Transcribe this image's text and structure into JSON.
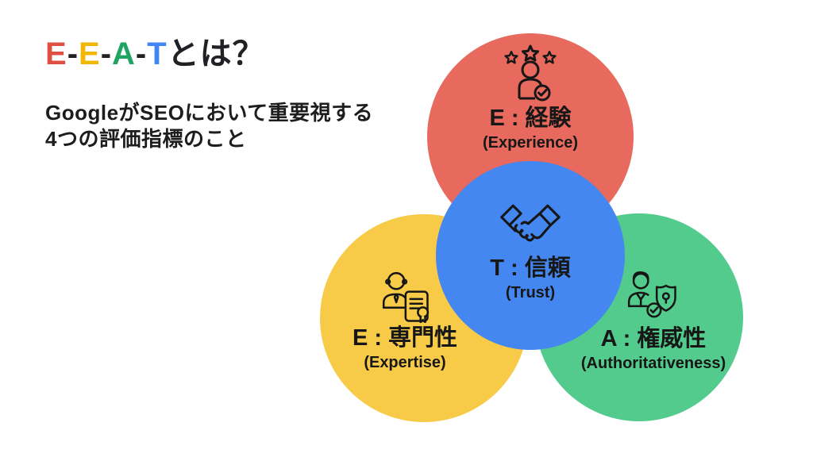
{
  "page": {
    "background": "#ffffff"
  },
  "title": {
    "letters": [
      {
        "text": "E",
        "color": "#DF4F43"
      },
      {
        "text": "-",
        "color": "#202124"
      },
      {
        "text": "E",
        "color": "#F2B705"
      },
      {
        "text": "-",
        "color": "#202124"
      },
      {
        "text": "A",
        "color": "#1FA463"
      },
      {
        "text": "-",
        "color": "#202124"
      },
      {
        "text": "T",
        "color": "#4285F4"
      }
    ],
    "suffix": "とは？"
  },
  "subtitle": {
    "line1": "GoogleがSEOにおいて重要視する",
    "line2": "4つの評価指標のこと"
  },
  "circles": [
    {
      "name": "experience",
      "label_ja": "E : 経験",
      "label_en": "(Experience)",
      "color": "#E8695D",
      "icon": "person-stars-check-icon"
    },
    {
      "name": "trust",
      "label_ja": "T : 信頼",
      "label_en": "(Trust)",
      "color": "#4587F1",
      "icon": "handshake-icon"
    },
    {
      "name": "expertise",
      "label_ja": "E : 専門性",
      "label_en": "(Expertise)",
      "color": "#F7CB47",
      "icon": "person-certificate-icon"
    },
    {
      "name": "authority",
      "label_ja": "A : 権威性",
      "label_en": "(Authoritativeness)",
      "color": "#52CB8C",
      "icon": "person-shield-check-icon"
    }
  ]
}
